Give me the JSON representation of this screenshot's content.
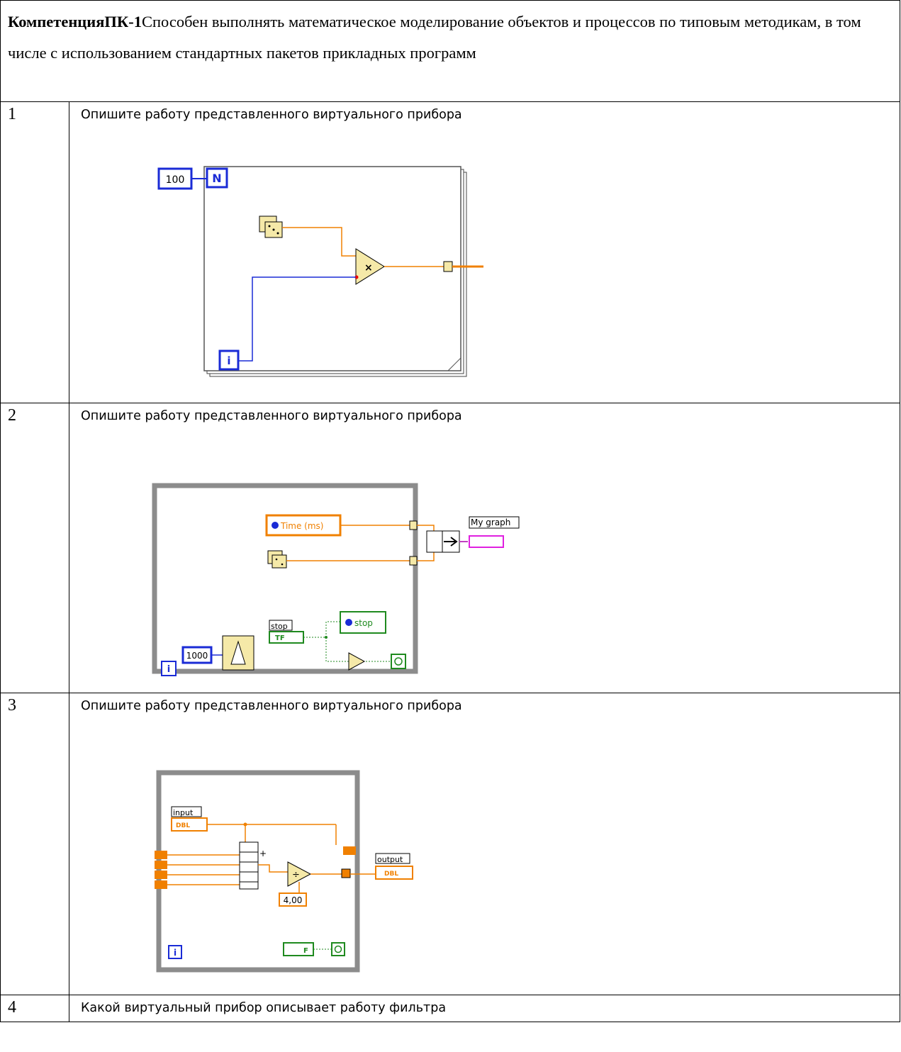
{
  "header": {
    "bold": "КомпетенцияПК-1",
    "text": "Способен выполнять математическое моделирование объектов и процессов по типовым методикам, в том числе с использованием стандартных пакетов прикладных программ"
  },
  "rows": [
    {
      "num": "1",
      "question": "Опишите работу представленного виртуального прибора",
      "diagram": {
        "count": "100",
        "n_label": "N",
        "i_label": "i"
      }
    },
    {
      "num": "2",
      "question": "Опишите работу представленного виртуального прибора",
      "diagram": {
        "time_label": "Time (ms)",
        "graph_label": "My graph",
        "stop_label": "stop",
        "stop_local": "stop",
        "wait": "1000",
        "tf": "TF",
        "i_label": "i"
      }
    },
    {
      "num": "3",
      "question": "Опишите работу представленного виртуального прибора",
      "diagram": {
        "input_label": "input",
        "output_label": "output",
        "dbl": "DBL",
        "divisor": "4,00",
        "tf": "F",
        "i_label": "i"
      }
    },
    {
      "num": "4",
      "question": "Какой виртуальный прибор описывает работу фильтра"
    }
  ]
}
